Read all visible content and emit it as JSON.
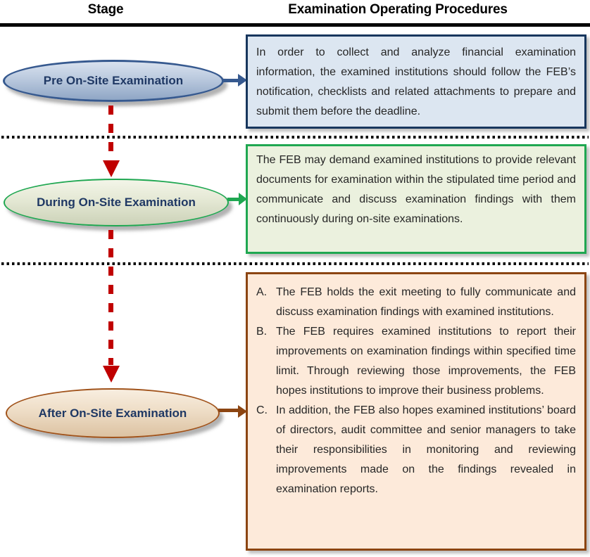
{
  "header": {
    "stage_label": "Stage",
    "procedures_label": "Examination Operating Procedures"
  },
  "stages": [
    {
      "label": "Pre On-Site Examination",
      "description": "In order to collect and analyze financial examination information, the examined institutions should follow the FEB’s notification, checklists and related attachments to prepare and submit them before the deadline.",
      "accent_color": "#36598F",
      "box_border_color": "#17365D",
      "box_fill_color": "#DCE6F1"
    },
    {
      "label": "During On-Site Examination",
      "description": "The FEB may demand examined institutions to provide relevant documents for examination within the stipulated time period and communicate and discuss examination findings with them continuously during on-site examinations.",
      "accent_color": "#1FA751",
      "box_border_color": "#1FA751",
      "box_fill_color": "#EBF1DE"
    },
    {
      "label": "After On-Site Examination",
      "accent_color": "#8C4512",
      "box_border_color": "#8C4512",
      "box_fill_color": "#FDEADA",
      "items": [
        {
          "marker": "A.",
          "text": "The FEB holds the exit meeting to fully communicate and discuss examination findings with examined institutions."
        },
        {
          "marker": "B.",
          "text": "The FEB requires examined institutions to report their improvements on examination findings within specified time limit. Through reviewing those improvements, the FEB hopes institutions to improve their business problems."
        },
        {
          "marker": "C.",
          "text": "In addition, the FEB also hopes examined institutions’ board of directors, audit committee and senior managers to take their responsibilities in monitoring and reviewing improvements made on the findings revealed in examination reports."
        }
      ]
    }
  ],
  "flow": {
    "down_arrow_color": "#C00000",
    "separator_color": "#000000"
  },
  "icons": {
    "down-arrow-icon": "css-triangle-down",
    "right-arrow-icon": "css-triangle-right"
  }
}
